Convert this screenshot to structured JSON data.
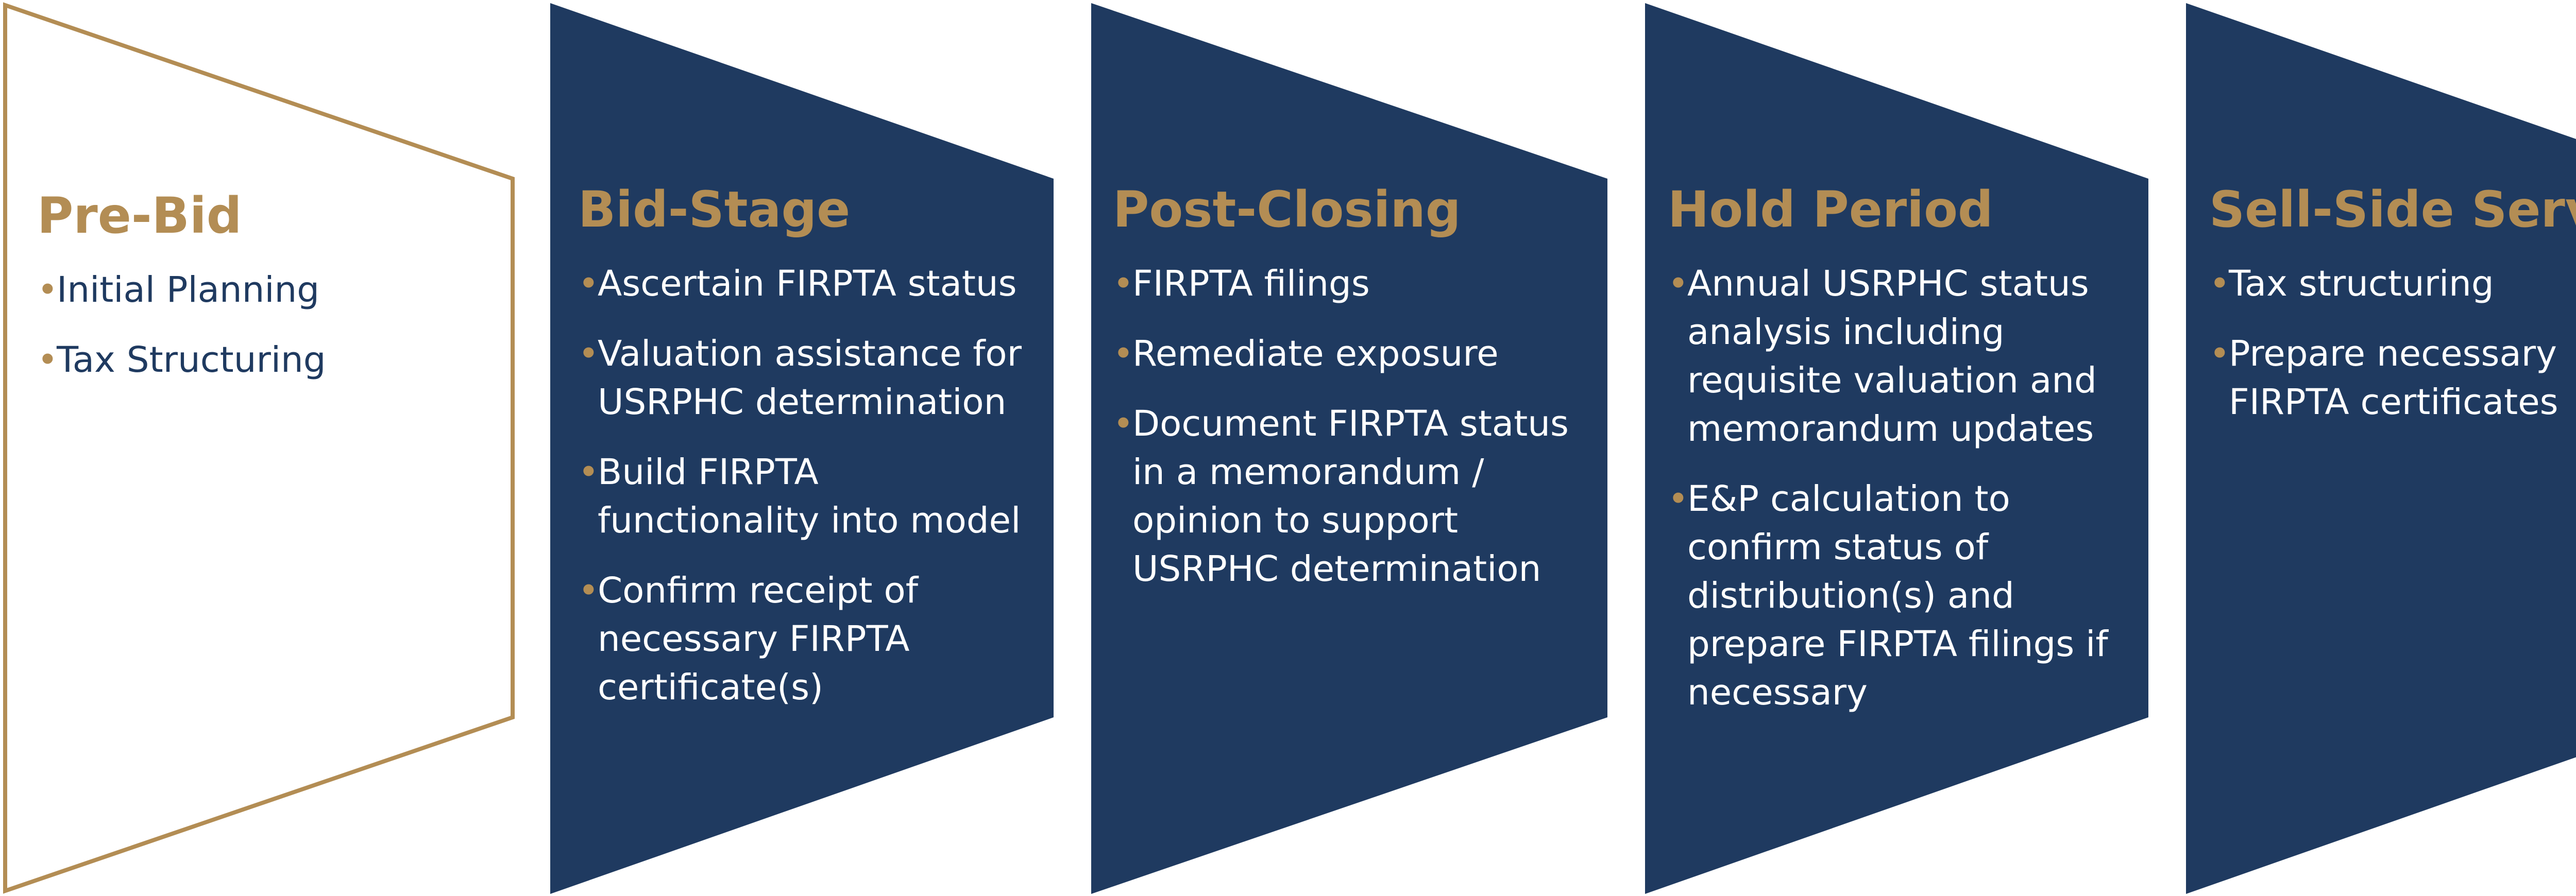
{
  "colors": {
    "navy": "#1F3A60",
    "gold": "#B38D54",
    "outline_fill": "#FFFFFF"
  },
  "bullet_glyph": "•",
  "stages": [
    {
      "title": "Pre-Bid",
      "style": "outline",
      "bullets": [
        "Initial Planning",
        "Tax Structuring"
      ]
    },
    {
      "title": "Bid-Stage",
      "style": "filled",
      "bullets": [
        "Ascertain FIRPTA status",
        "Valuation assistance for USRPHC determination",
        "Build FIRPTA functionality into model",
        "Confirm receipt of necessary FIRPTA certificate(s)"
      ]
    },
    {
      "title": "Post-Closing",
      "style": "filled",
      "bullets": [
        "FIRPTA filings",
        "Remediate exposure",
        "Document FIRPTA status in a memorandum / opinion to support USRPHC determination"
      ]
    },
    {
      "title": "Hold Period",
      "style": "filled",
      "bullets": [
        "Annual USRPHC status analysis including requisite valuation and memorandum updates",
        "E&P calculation to confirm status of distribution(s) and prepare FIRPTA filings if necessary"
      ]
    },
    {
      "title": "Sell-Side Service",
      "style": "filled",
      "bullets": [
        "Tax structuring",
        "Prepare necessary FIRPTA certificates"
      ]
    }
  ]
}
